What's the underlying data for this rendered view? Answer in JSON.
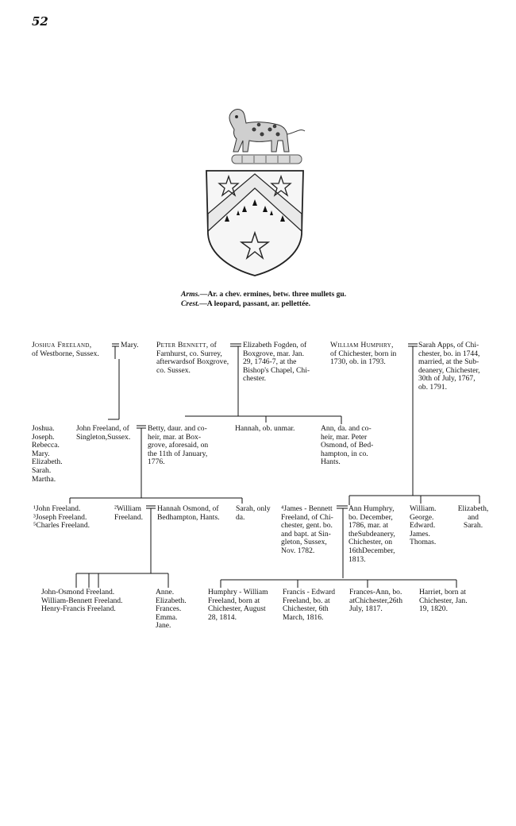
{
  "page_number": "52",
  "arms": {
    "arms_label": "Arms.",
    "arms_text": "—Ar. a chev. ermines, betw. three mullets gu.",
    "crest_label": "Crest.",
    "crest_text": "—A leopard, passant, ar. pellettée."
  },
  "gen1": {
    "joshua_name": "Joshua Freeland,",
    "joshua_rest": "of Westborne, Sussex.",
    "mary": "Mary.",
    "peter_name": "Peter Bennett,",
    "peter_suffix": "of",
    "peter_rest": "Farnhurst, co. Surrey,\nafterwardsof Boxgrove,\nco. Sussex.",
    "elizabeth_fogden": "Elizabeth Fogden, of\nBoxgrove, mar. Jan.\n29, 1746-7, at the\nBishop's Chapel, Chi-\nchester.",
    "william_humphry_name": "William Humphry,",
    "william_humphry_rest": "of Chichester, born in\n1730, ob. in 1793.",
    "sarah_apps": "Sarah Apps, of Chi-\nchester, bo. in 1744,\nmarried, at the Sub-\ndeanery, Chichester,\n30th of July, 1767,\nob. 1791."
  },
  "gen2": {
    "joshua_children": "Joshua.\nJoseph.\nRebecca.\nMary.\nElizabeth.\nSarah.\nMartha.",
    "john_freeland": "John Freeland, of\nSingleton,Sussex.",
    "betty": "Betty, daur. and co-\nheir, mar. at Box-\ngrove, aforesaid, on\nthe 11th of January,\n1776.",
    "hannah": "Hannah, ob. unmar.",
    "ann": "Ann, da. and co-\nheir, mar. Peter\nOsmond, of Bed-\nhampton, in co.\nHants."
  },
  "gen3": {
    "sons_list": "¹John Freeland.\n³Joseph Freeland.\n⁵Charles Freeland.",
    "william_freeland": "²William\nFreeland.",
    "hannah_osmond": "Hannah Osmond, of\nBedhampton, Hants.",
    "sarah": "Sarah, only\nda.",
    "james_bennett": "⁴James - Bennett\nFreeland, of Chi-\nchester, gent. bo.\nand bapt. at Sin-\ngleton, Sussex,\nNov. 1782.",
    "ann_humphry": "Ann Humphry,\nbo. December,\n1786, mar. at\ntheSubdeanery,\nChichester, on\n16thDecember,\n1813.",
    "humphry_sons": "William.\nGeorge.\nEdward.\nJames.\nThomas.",
    "elizabeth_sarah": "Elizabeth,\nand\nSarah."
  },
  "gen4": {
    "osmond_children": "John-Osmond Freeland.\nWilliam-Bennett Freeland.\nHenry-Francis Freeland.",
    "daughters": "Anne.\nElizabeth.\nFrances.\nEmma.\nJane.",
    "humphry_william": "Humphry - William\nFreeland, born at\nChichester, August\n28, 1814.",
    "francis_edward": "Francis - Edward\nFreeland, bo. at\nChichester, 6th\nMarch, 1816.",
    "frances_ann": "Frances-Ann, bo.\natChichester,26th\nJuly, 1817.",
    "harriet": "Harriet, born at\nChichester, Jan.\n19, 1820."
  }
}
